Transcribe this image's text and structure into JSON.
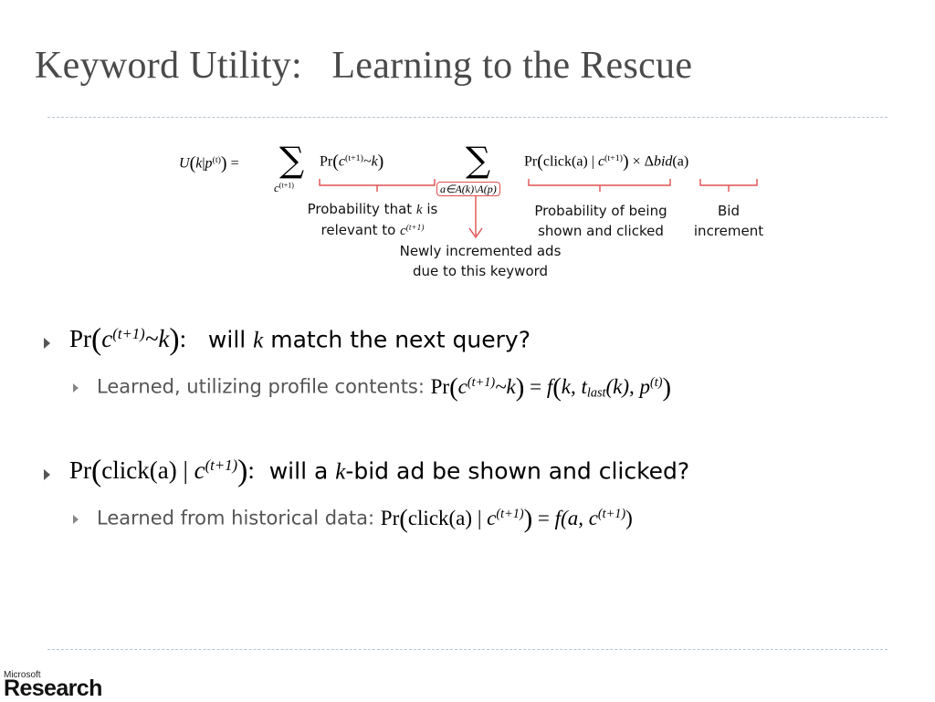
{
  "title": "Keyword Utility:   Learning to the Rescue",
  "equation": {
    "lhs": "U",
    "lhs_args_k": "k",
    "lhs_args_p": "p",
    "lhs_args_sup": "(t)",
    "equals": "=",
    "sum1_sub_c": "c",
    "sum1_sub_sup": "(t+1)",
    "pr_label": "Pr",
    "pr1_c": "c",
    "pr1_sup": "(t+1)",
    "pr1_tilde_k": "~k",
    "sum2_sub": "a∈A(k)\\A(p)",
    "pr2_click": "click(a)",
    "pr2_bar": "|",
    "pr2_c": "c",
    "pr2_sup": "(t+1)",
    "times": "× Δ",
    "bid": "bid",
    "bid_arg": "(a)"
  },
  "annotations": {
    "prob_relevant_line1_pre": "Probability that ",
    "prob_relevant_line1_k": "k",
    "prob_relevant_line1_post": " is",
    "prob_relevant_line2_pre": "relevant to ",
    "prob_relevant_line2_c": "c",
    "prob_relevant_line2_sup": "(t+1)",
    "newly_line1": "Newly incremented ads",
    "newly_line2": "due to this keyword",
    "prob_shown_line1": "Probability of being",
    "prob_shown_line2": "shown and clicked",
    "bid_line1": "Bid",
    "bid_line2": "increment"
  },
  "bullets": [
    {
      "math_pr": "Pr",
      "math_c": "c",
      "math_sup": "(t+1)",
      "math_tilde_k": "~k",
      "colon": ":",
      "text_pre": "will ",
      "text_k": "k",
      "text_post": " match the next query?",
      "sub": {
        "text": "Learned, utilizing profile contents:",
        "m_pr": "Pr",
        "m_c": "c",
        "m_sup": "(t+1)",
        "m_tilde_k": "~k",
        "m_eq": " = ",
        "m_f": "f",
        "m_k": "k, t",
        "m_last_sub": "last",
        "m_k2": "(k), p",
        "m_p_sup": "(t)"
      }
    },
    {
      "math_pr": "Pr",
      "math_click": "click(a)",
      "math_bar": "|",
      "math_c": "c",
      "math_sup": "(t+1)",
      "colon": ":",
      "text_pre": "will a ",
      "text_k": "k",
      "text_post": "-bid ad be shown and clicked?",
      "sub": {
        "text": "Learned from historical data:",
        "m_pr": "Pr",
        "m_click": "click(a)",
        "m_bar": "|",
        "m_c": "c",
        "m_sup": "(t+1)",
        "m_eq": " = ",
        "m_f": "f",
        "m_args": "(a, c",
        "m_args_sup": "(t+1)",
        "m_close": ")"
      }
    }
  ],
  "logo": {
    "small": "Microsoft",
    "big": "Research"
  },
  "colors": {
    "title": "#4a4a4a",
    "brace": "#e05050",
    "rule": "#b6c3cf"
  }
}
